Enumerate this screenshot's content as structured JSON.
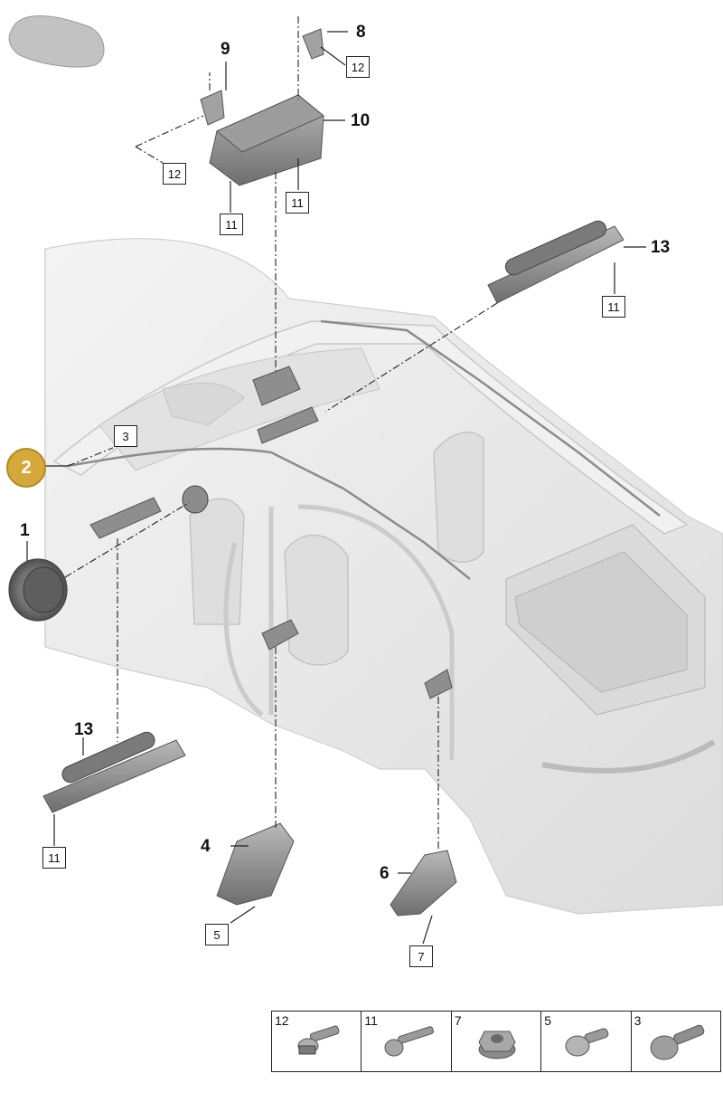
{
  "callouts": {
    "c1": "1",
    "c2": "2",
    "c4": "4",
    "c6": "6",
    "c8": "8",
    "c9": "9",
    "c10": "10",
    "c13a": "13",
    "c13b": "13"
  },
  "boxes": {
    "b12a": "12",
    "b12b": "12",
    "b11a": "11",
    "b11b": "11",
    "b11c": "11",
    "b11d": "11",
    "b3": "3",
    "b5": "5",
    "b7": "7"
  },
  "legend": {
    "items": [
      "12",
      "11",
      "7",
      "5",
      "3"
    ]
  },
  "colors": {
    "highlight": "#d4a83a",
    "part": "#8a8a8a",
    "body": "#e8e8e8"
  }
}
